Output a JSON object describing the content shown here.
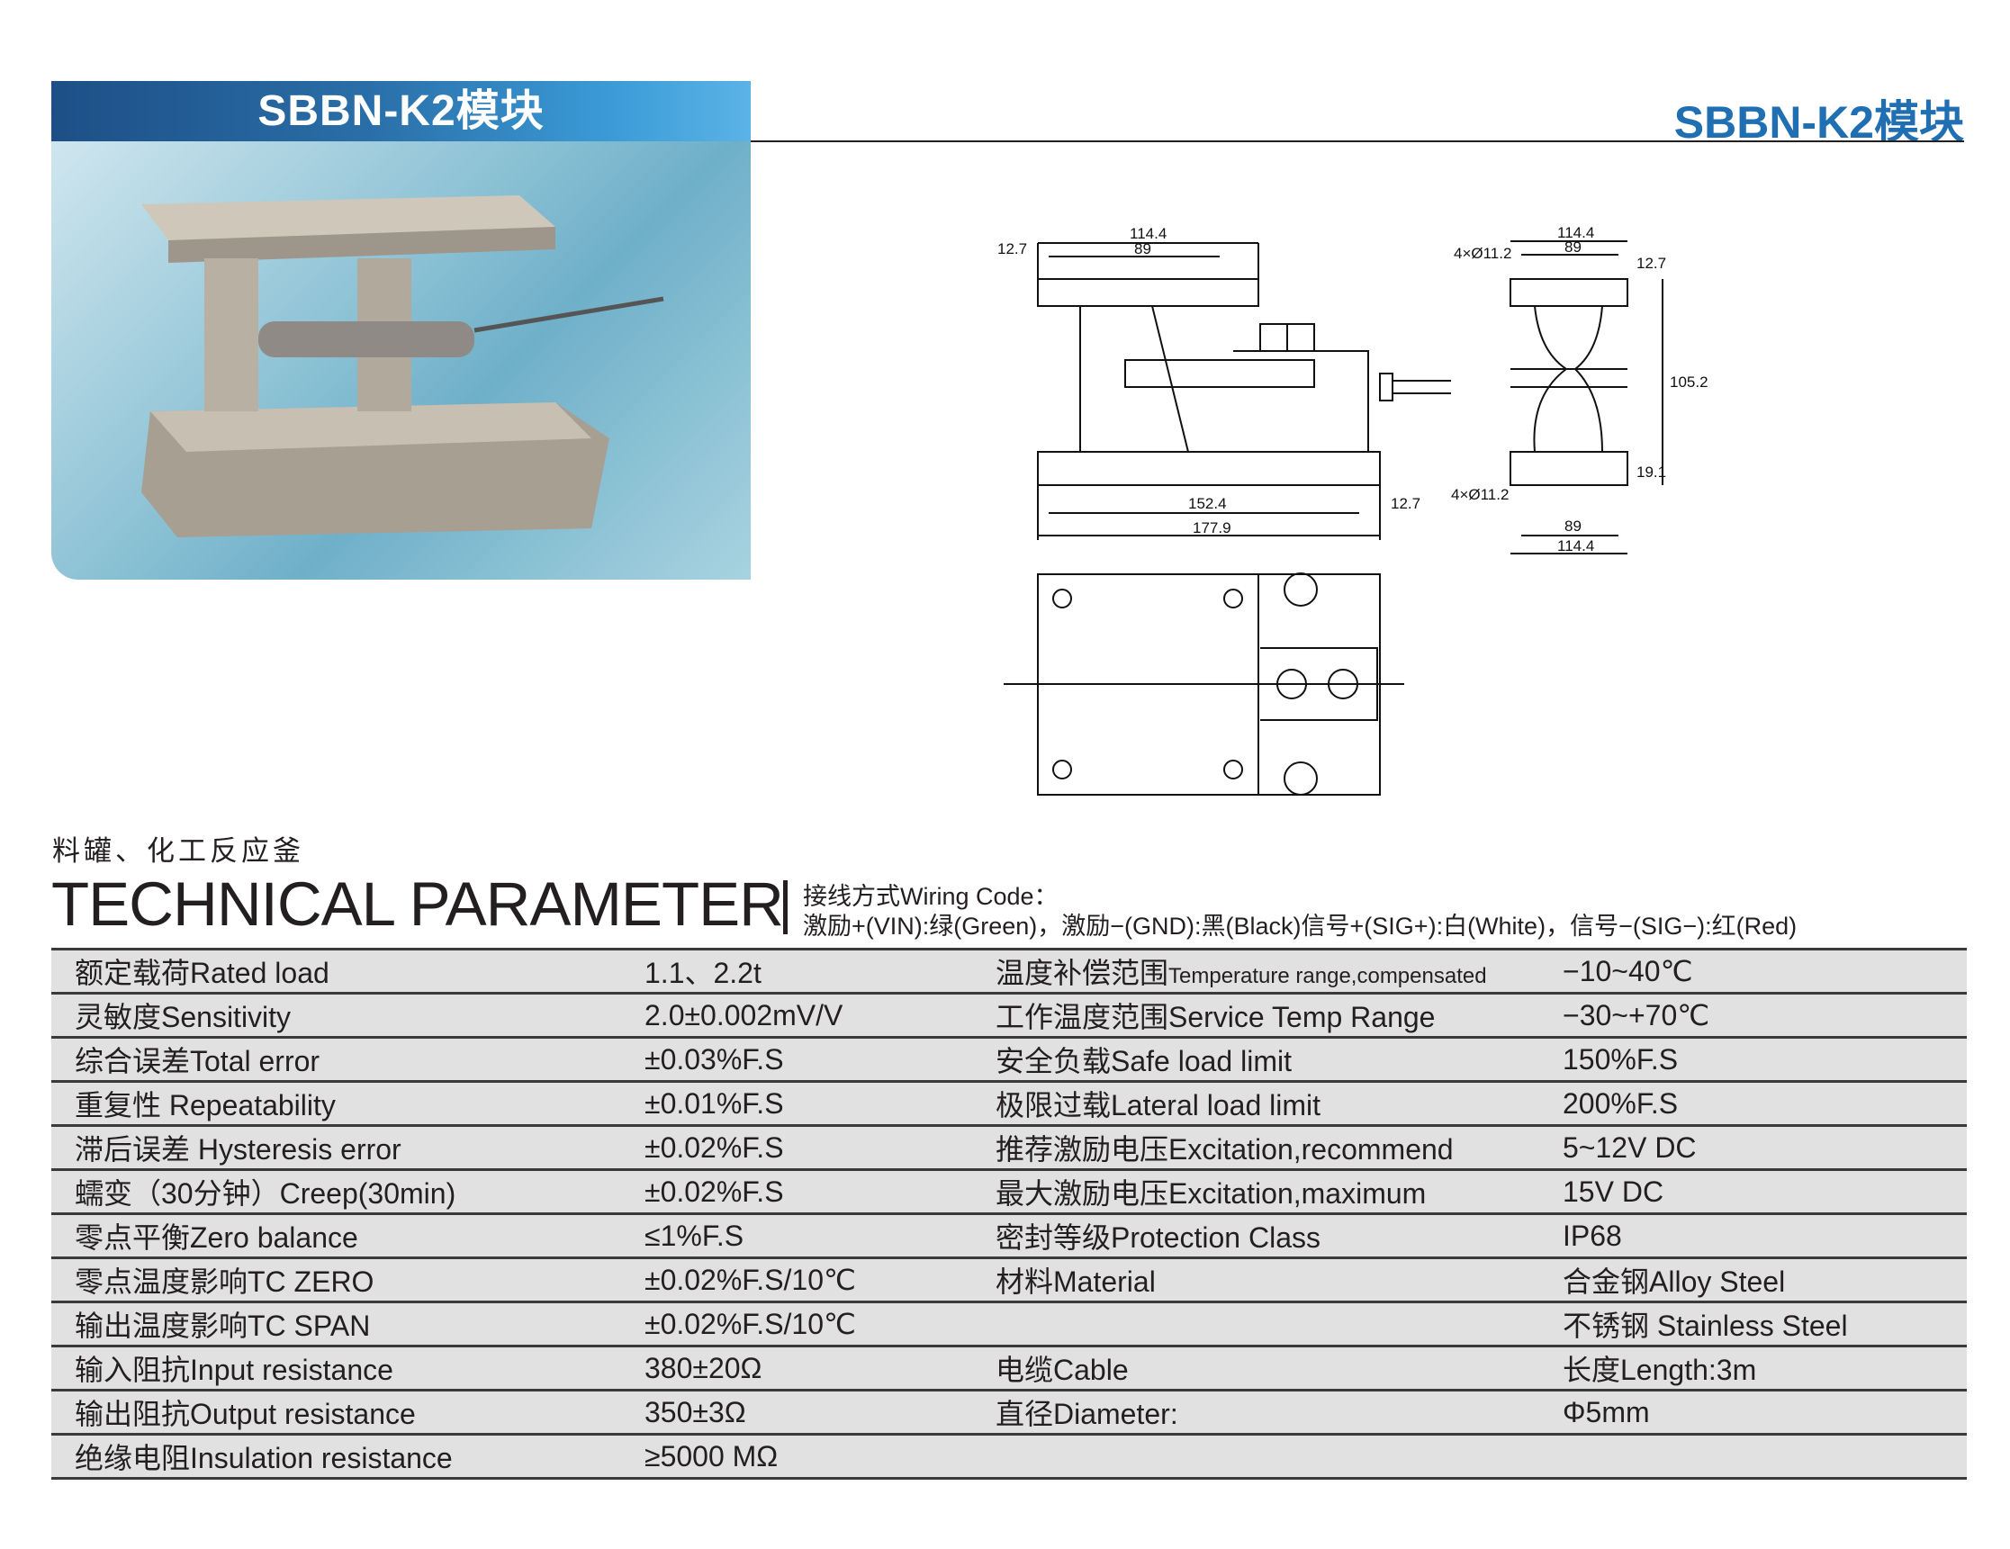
{
  "header": {
    "title": "SBBN-K2模块",
    "right_title": "SBBN-K2模块"
  },
  "drawing": {
    "front": {
      "top_width": "114.4",
      "top_holes": "89",
      "edge": "12.7",
      "base_holes": "152.4",
      "base_edge": "12.7",
      "base_width": "177.9"
    },
    "side": {
      "top_width": "114.4",
      "top_holes": "89",
      "holes_top": "4×Ø11.2",
      "edge": "12.7",
      "height": "105.2",
      "base_thk": "19.1",
      "holes_bottom": "4×Ø11.2",
      "bot_holes": "89",
      "bot_width": "114.4"
    }
  },
  "application": "料罐、化工反应釜",
  "section_title": "TECHNICAL PARAMETER",
  "wiring": {
    "title": "接线方式Wiring Code：",
    "detail": "激励+(VIN):绿(Green)，激励−(GND):黑(Black)信号+(SIG+):白(White)，信号−(SIG−):红(Red)"
  },
  "rows": [
    {
      "l": "额定载荷Rated load",
      "v": "1.1、2.2t",
      "l2": "温度补偿范围",
      "l2s": "Temperature range,compensated",
      "v2": "−10~40℃"
    },
    {
      "l": "灵敏度Sensitivity",
      "v": "2.0±0.002mV/V",
      "l2": "工作温度范围Service Temp Range",
      "l2s": "",
      "v2": "−30~+70℃"
    },
    {
      "l": "综合误差Total error",
      "v": "±0.03%F.S",
      "l2": "安全负载Safe load limit",
      "l2s": "",
      "v2": "150%F.S"
    },
    {
      "l": "重复性 Repeatability",
      "v": "±0.01%F.S",
      "l2": "极限过载Lateral load limit",
      "l2s": "",
      "v2": "200%F.S"
    },
    {
      "l": "滞后误差 Hysteresis error",
      "v": "±0.02%F.S",
      "l2": "推荐激励电压Excitation,recommend",
      "l2s": "",
      "v2": "5~12V DC"
    },
    {
      "l": "蠕变（30分钟）Creep(30min)",
      "v": "±0.02%F.S",
      "l2": "最大激励电压Excitation,maximum",
      "l2s": "",
      "v2": "15V DC"
    },
    {
      "l": "零点平衡Zero balance",
      "v": "≤1%F.S",
      "l2": "密封等级Protection Class",
      "l2s": "",
      "v2": "IP68"
    },
    {
      "l": "零点温度影响TC ZERO",
      "v": "±0.02%F.S/10℃",
      "l2": "材料Material",
      "l2s": "",
      "v2": "合金钢Alloy Steel"
    },
    {
      "l": "输出温度影响TC SPAN",
      "v": "±0.02%F.S/10℃",
      "l2": "",
      "l2s": "",
      "v2": "不锈钢 Stainless Steel"
    },
    {
      "l": "输入阻抗Input resistance",
      "v": "380±20Ω",
      "l2": "电缆Cable",
      "l2s": "",
      "v2": "长度Length:3m"
    },
    {
      "l": "输出阻抗Output resistance",
      "v": "350±3Ω",
      "l2": "直径Diameter:",
      "l2s": "",
      "v2": "Φ5mm"
    },
    {
      "l": "绝缘电阻Insulation resistance",
      "v": "≥5000 MΩ",
      "l2": "",
      "l2s": "",
      "v2": ""
    }
  ]
}
